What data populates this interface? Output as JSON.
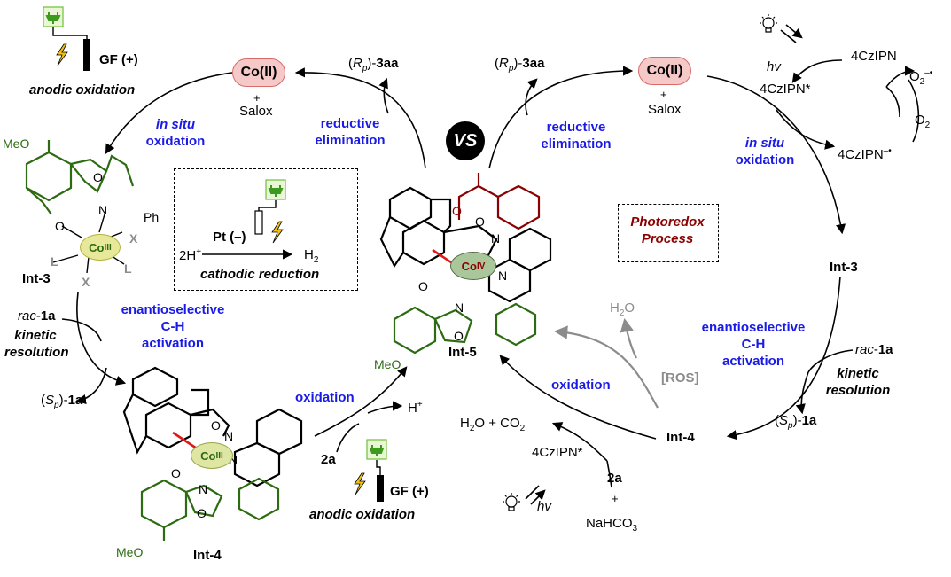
{
  "left": {
    "gf_plus": "GF (+)",
    "anodic_oxidation": "anodic oxidation",
    "co2": "Co(II)",
    "plus": "+",
    "salox": "Salox",
    "rp3aa_a": "(",
    "rp3aa_b": "R",
    "rp3aa_c": "p",
    "rp3aa_d": ")-",
    "rp3aa_e": "3aa",
    "reductive_elimination_1": "reductive",
    "reductive_elimination_2": "elimination",
    "in_situ": "in situ",
    "oxidation": "oxidation",
    "meo": "MeO",
    "ph": "Ph",
    "o": "O",
    "n": "N",
    "x": "X",
    "l": "L",
    "co_iii": "Co",
    "co_iii_sup": "III",
    "int3": "Int-3",
    "cathodic_pt": "Pt (–)",
    "cathodic_2h": "2H",
    "cathodic_2h_sup": "+",
    "cathodic_h2": "H",
    "cathodic_h2_sub": "2",
    "cathodic_reduction": "cathodic reduction",
    "rac1a_a": "rac",
    "rac1a_b": "-",
    "rac1a_c": "1a",
    "kinetic_1": "kinetic",
    "kinetic_2": "resolution",
    "sp1a_a": "(",
    "sp1a_b": "S",
    "sp1a_c": "p",
    "sp1a_d": ")-",
    "sp1a_e": "1a",
    "enantio_1": "enantioselective",
    "enantio_2": "C-H",
    "enantio_3": "activation",
    "int4": "Int-4",
    "oxidation2": "oxidation",
    "h_plus": "H",
    "h_plus_sup": "+",
    "reagent_2a": "2a",
    "gf_plus2": "GF (+)",
    "anodic_oxidation2": "anodic oxidation"
  },
  "center": {
    "vs": "VS",
    "co_iv": "Co",
    "co_iv_sup": "IV",
    "int5": "Int-5",
    "meo": "MeO"
  },
  "right": {
    "co2": "Co(II)",
    "plus": "+",
    "salox": "Salox",
    "reductive_elimination_1": "reductive",
    "reductive_elimination_2": "elimination",
    "hv": "hv",
    "czipn": "4CzIPN",
    "czipn_star": "4CzIPN*",
    "czipn_rad": "4CzIPN",
    "czipn_rad_sup": "–•",
    "o2_rad": "O",
    "o2_rad_sub": "2",
    "o2_rad_sup": "–•",
    "o2": "O",
    "o2_sub": "2",
    "in_situ": "in situ",
    "oxidation": "oxidation",
    "photoredox_1": "Photoredox",
    "photoredox_2": "Process",
    "int3": "Int-3",
    "h2o": "H",
    "h2o_sub": "2",
    "h2o_o": "O",
    "enantio_1": "enantioselective",
    "enantio_2": "C-H",
    "enantio_3": "activation",
    "rac1a_a": "rac",
    "rac1a_b": "-",
    "rac1a_c": "1a",
    "kinetic_1": "kinetic",
    "kinetic_2": "resolution",
    "ros": "[ROS]",
    "oxidation2": "oxidation",
    "h2o_co2": "H",
    "h2o_co2_b": "O + CO",
    "sub2": "2",
    "int4": "Int-4",
    "sp1a_a": "(",
    "sp1a_b": "S",
    "sp1a_c": "p",
    "sp1a_d": ")-",
    "sp1a_e": "1a",
    "czipn_star2": "4CzIPN*",
    "reagent_2a": "2a",
    "plus2": "+",
    "nahco3_a": "NaHCO",
    "nahco3_b": "3",
    "hv2": "hv"
  }
}
